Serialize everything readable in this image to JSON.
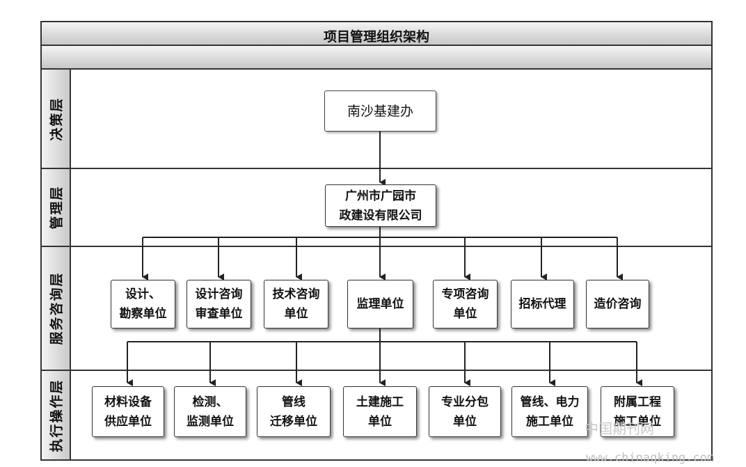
{
  "title": "项目管理组织架构",
  "layers": [
    {
      "id": "decision",
      "label": "决策层"
    },
    {
      "id": "management",
      "label": "管理层"
    },
    {
      "id": "service",
      "label": "服务咨询层"
    },
    {
      "id": "operation",
      "label": "执行操作层"
    }
  ],
  "nodes": {
    "top": "南沙基建办",
    "mgmt": "广州市广园市\n政建设有限公司",
    "service": [
      "设计、\n勘察单位",
      "设计咨询\n审查单位",
      "技术咨询\n单位",
      "监理单位",
      "专项咨询\n单位",
      "招标代理",
      "造价咨询"
    ],
    "operation": [
      "材料设备\n供应单位",
      "检测、\n监测单位",
      "管线\n迁移单位",
      "土建施工\n单位",
      "专业分包\n单位",
      "管线、电力\n施工单位",
      "附属工程\n施工单位"
    ]
  },
  "watermark": {
    "site_cn": "中国期刊网",
    "url": "www.chinaqking.com"
  }
}
